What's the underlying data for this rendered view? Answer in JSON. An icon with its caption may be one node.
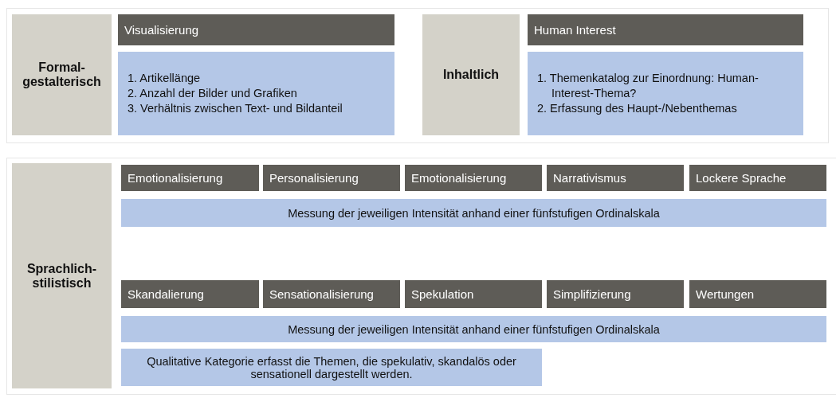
{
  "diagram": {
    "nodes": [
      {
        "text": [
          "Formal- gestalterisch"
        ]
      },
      {
        "text": [
          "Visualisierung"
        ]
      },
      {
        "text": [
          "1. Artikellänge",
          "2. Anzahl der Bilder und Grafiken",
          "3. Verhältnis zwischen Text- und Bildanteil"
        ]
      },
      {
        "text": [
          "Inhaltlich"
        ]
      },
      {
        "text": [
          "Human Interest"
        ]
      },
      {
        "text": [
          "1. Themenkatalog zur Einordnung: Human-Interest-Thema?",
          "2. Erfassung des Haupt-/Nebenthemas"
        ]
      },
      {
        "text": [
          "Sprachlich- stilistisch"
        ]
      },
      {
        "text": [
          "Emotionalisierung"
        ]
      },
      {
        "text": [
          "Personalisierung"
        ]
      },
      {
        "text": [
          "Emotionalisierung"
        ]
      },
      {
        "text": [
          "Narrativismus"
        ]
      },
      {
        "text": [
          "Lockere Sprache"
        ]
      },
      {
        "text": [
          "Messung der jeweiligen Intensität anhand einer fünfstufigen Ordinalskala"
        ]
      },
      {
        "text": [
          "Skandalierung"
        ]
      },
      {
        "text": [
          "Sensationalisierung"
        ]
      },
      {
        "text": [
          "Spekulation"
        ]
      },
      {
        "text": [
          "Simplifizierung"
        ]
      },
      {
        "text": [
          "Wertungen"
        ]
      },
      {
        "text": [
          "Messung der jeweiligen Intensität anhand einer fünfstufigen Ordinalskala"
        ]
      },
      {
        "text": [
          "Qualitative Kategorie erfasst die Themen, die spekulativ, skandalös oder sensationell dargestellt werden."
        ]
      }
    ]
  }
}
